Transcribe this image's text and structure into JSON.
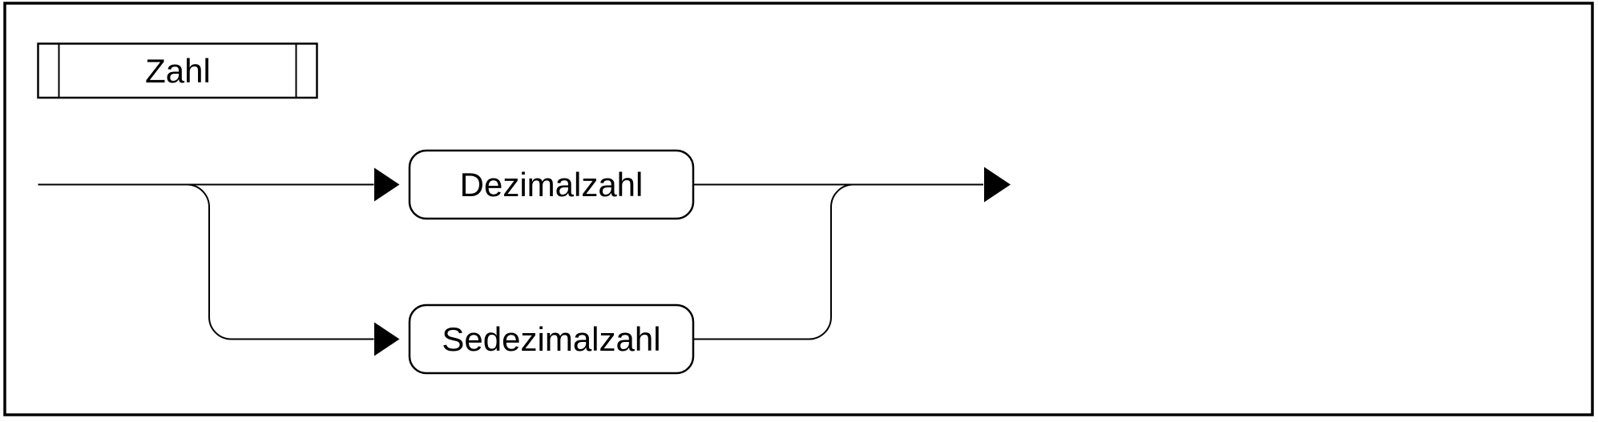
{
  "diagram": {
    "rule_name": "Zahl",
    "alternatives": [
      {
        "label": "Dezimalzahl"
      },
      {
        "label": "Sedezimalzahl"
      }
    ]
  },
  "colors": {
    "line": "#000000",
    "background": "#ffffff",
    "box_fill": "#ffffff",
    "text": "#000000"
  }
}
